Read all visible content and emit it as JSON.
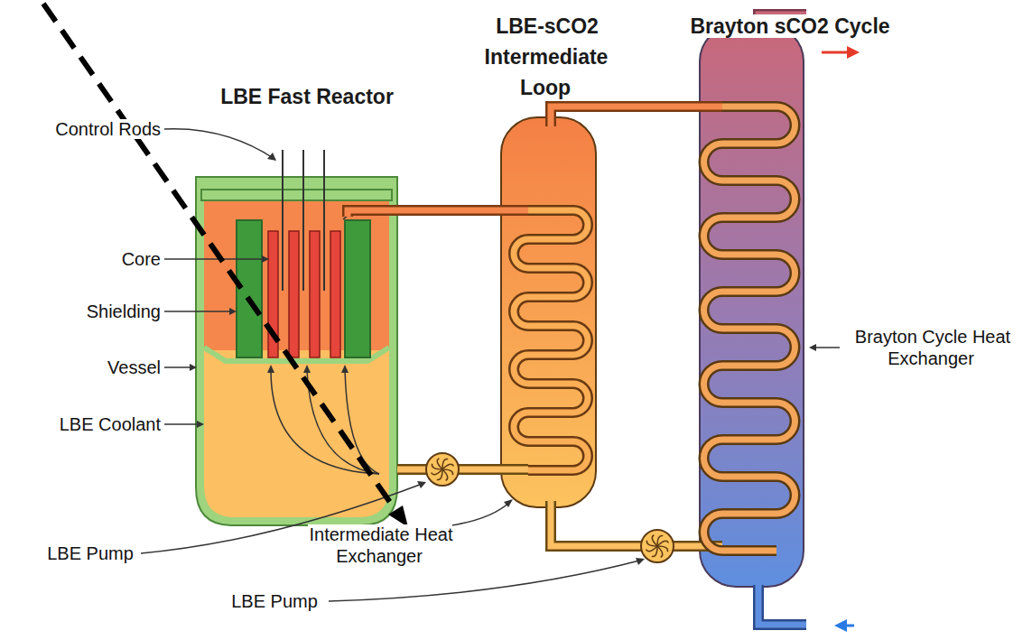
{
  "diagram": {
    "labels": [
      "LBE Fast Reactor",
      "LBE-sCO2 Intermediate Loop",
      "Brayton sCO2 Cycle",
      "Control Rods",
      "Core",
      "Shielding",
      "Vessel",
      "LBE Coolant",
      "LBE Pump",
      "Intermediate Heat Exchanger",
      "LBE Pump",
      "Brayton Cycle Heat Exchanger"
    ]
  }
}
